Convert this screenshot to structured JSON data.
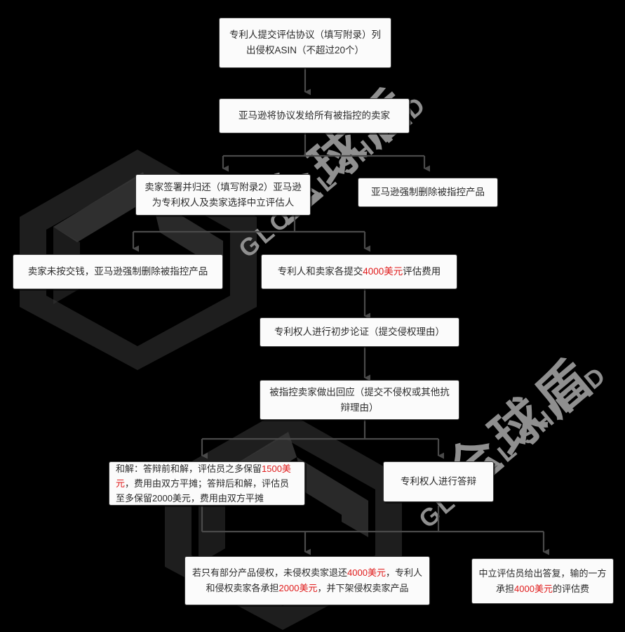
{
  "meta": {
    "title": "亚马逊专利评估流程图",
    "background_color": "#000000",
    "node_fill": "#fbfbfb",
    "node_border": "#3a3a3a",
    "text_color": "#2b2b2b",
    "accent_color": "#e01b1b",
    "watermark_color": "#8f8f8f"
  },
  "watermark": {
    "cn": "全球盾",
    "en": "GLOBAL SHIELD",
    "logo_name": "shield-hexagon-logo"
  },
  "nodes": [
    {
      "id": "n1",
      "name": "node-submit-agreement",
      "text": "专利人提交评估协议（填写附录）列出侵权ASIN（不超过20个）",
      "segments": [
        {
          "t": "专利人提交评估协议（填写附录）列出侵权ASIN（不超过20个）",
          "red": false
        }
      ]
    },
    {
      "id": "n2",
      "name": "node-amazon-sends-agreement",
      "text": "亚马逊将协议发给所有被指控的卖家",
      "segments": [
        {
          "t": "亚马逊将协议发给所有被指控的卖家",
          "red": false
        }
      ]
    },
    {
      "id": "n3",
      "name": "node-seller-signs-returns",
      "text": "卖家签署并归还（填写附录2）亚马逊为专利权人及卖家选择中立评估人",
      "segments": [
        {
          "t": "卖家签署并归还（填写附录2）亚马逊为专利权人及卖家选择中立评估人",
          "red": false
        }
      ]
    },
    {
      "id": "n4",
      "name": "node-amazon-removes-products",
      "text": "亚马逊强制删除被指控产品",
      "segments": [
        {
          "t": "亚马逊强制删除被指控产品",
          "red": false
        }
      ]
    },
    {
      "id": "n5",
      "name": "node-seller-no-payment-removal",
      "text": "卖家未按交钱，亚马逊强制删除被指控产品",
      "segments": [
        {
          "t": "卖家未按交钱，亚马逊强制删除被指控产品",
          "red": false
        }
      ]
    },
    {
      "id": "n6",
      "name": "node-both-pay-fee",
      "text": "专利人和卖家各提交4000美元评估费用",
      "segments": [
        {
          "t": "专利人和卖家各提交",
          "red": false
        },
        {
          "t": "4000美元",
          "red": true
        },
        {
          "t": "评估费用",
          "red": false
        }
      ]
    },
    {
      "id": "n7",
      "name": "node-patentee-initial-argument",
      "text": "专利权人进行初步论证（提交侵权理由）",
      "segments": [
        {
          "t": "专利权人进行初步论证（提交侵权理由）",
          "red": false
        }
      ]
    },
    {
      "id": "n8",
      "name": "node-seller-response",
      "text": "被指控卖家做出回应（提交不侵权或其他抗辩理由）",
      "segments": [
        {
          "t": "被指控卖家做出回应（提交不侵权或其他抗辩理由）",
          "red": false
        }
      ]
    },
    {
      "id": "n9",
      "name": "node-settlement",
      "text": "和解：答辩前和解，评估员之多保留1500美元，费用由双方平摊；答辩后和解，评估员至多保留2000美元，费用由双方平摊",
      "segments": [
        {
          "t": "和解：答辩前和解，评估员之多保留",
          "red": false
        },
        {
          "t": "1500美元",
          "red": true
        },
        {
          "t": "，费用由双方平摊；答辩后和解，评估员至多保留2000美元，费用由双方平摊",
          "red": false
        }
      ]
    },
    {
      "id": "n10",
      "name": "node-patentee-rebuttal",
      "text": "专利权人进行答辩",
      "segments": [
        {
          "t": "专利权人进行答辩",
          "red": false
        }
      ]
    },
    {
      "id": "n11",
      "name": "node-partial-infringement-outcome",
      "text": "若只有部分产品侵权，未侵权卖家退还4000美元，专利人和侵权卖家各承担2000美元，并下架侵权卖家产品",
      "segments": [
        {
          "t": "若只有部分产品侵权，未侵权卖家退还",
          "red": false
        },
        {
          "t": "4000美元",
          "red": true
        },
        {
          "t": "，专利人和侵权卖家各承担",
          "red": false
        },
        {
          "t": "2000美元",
          "red": true
        },
        {
          "t": "，并下架侵权卖家产品",
          "red": false
        }
      ]
    },
    {
      "id": "n12",
      "name": "node-evaluator-decision",
      "text": "中立评估员给出答复，输的一方承担4000美元的评估费",
      "segments": [
        {
          "t": "中立评估员给出答复，输的",
          "red": false
        },
        {
          "t": "一方承担",
          "red": false
        },
        {
          "t": "4000美元",
          "red": true
        },
        {
          "t": "的评估费",
          "red": false
        }
      ]
    }
  ]
}
